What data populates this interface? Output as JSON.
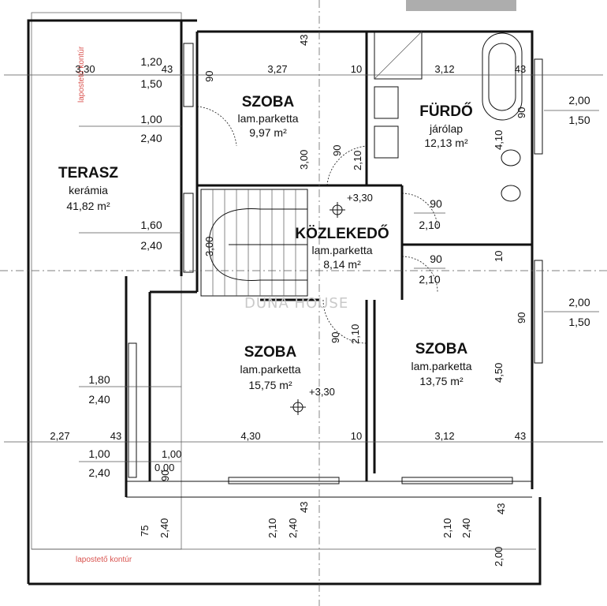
{
  "rooms": {
    "terasz": {
      "name": "TERASZ",
      "material": "kerámia",
      "area": "41,82 m²"
    },
    "szoba_top": {
      "name": "SZOBA",
      "material": "lam.parketta",
      "area": "9,97 m²"
    },
    "furdo": {
      "name": "FÜRDŐ",
      "material": "járólap",
      "area": "12,13 m²"
    },
    "kozlekedo": {
      "name": "KÖZLEKEDŐ",
      "material": "lam.parketta",
      "area": "8,14 m²"
    },
    "szoba_bottom_left": {
      "name": "SZOBA",
      "material": "lam.parketta",
      "area": "15,75 m²"
    },
    "szoba_bottom_right": {
      "name": "SZOBA",
      "material": "lam.parketta",
      "area": "13,75 m²"
    }
  },
  "labels": {
    "roof_contour_top": "lapostető kontúr",
    "roof_contour_bottom": "lapostető kontúr",
    "watermark": "DUNA HOUSE"
  },
  "levels": {
    "hall": "+3,30",
    "room": "+3,30"
  },
  "dimensions": {
    "top_row": [
      "3,30",
      "43",
      "3,27",
      "10",
      "3,12",
      "43"
    ],
    "bottom_row": [
      "2,27",
      "43",
      "4,30",
      "10",
      "3,12",
      "43"
    ],
    "window_top_left": [
      "1,20",
      "1,50"
    ],
    "window_terrace_1": [
      "1,00",
      "2,40"
    ],
    "window_terrace_2": [
      "1,60",
      "2,40"
    ],
    "window_terrace_3": [
      "1,80",
      "2,40"
    ],
    "window_terrace_4": [
      "1,00",
      "2,40"
    ],
    "window_right_top": [
      "2,00",
      "1,50"
    ],
    "window_right_bottom": [
      "2,00",
      "1,50"
    ],
    "door_90_a": [
      "90",
      "2,10"
    ],
    "door_90_b": [
      "90",
      "2,10"
    ],
    "door_90_c": [
      "90",
      "2,10"
    ],
    "door_90_d": [
      "90",
      "2,10"
    ],
    "vertical_misc": [
      "43",
      "3,00",
      "4,10",
      "4,50",
      "10",
      "2,00",
      "75",
      "2,40",
      "2,10",
      "2,40",
      "43",
      "2,10",
      "2,40",
      "43",
      "90",
      "90",
      "90",
      "90",
      "1,00",
      "0,00",
      "3,00"
    ]
  }
}
